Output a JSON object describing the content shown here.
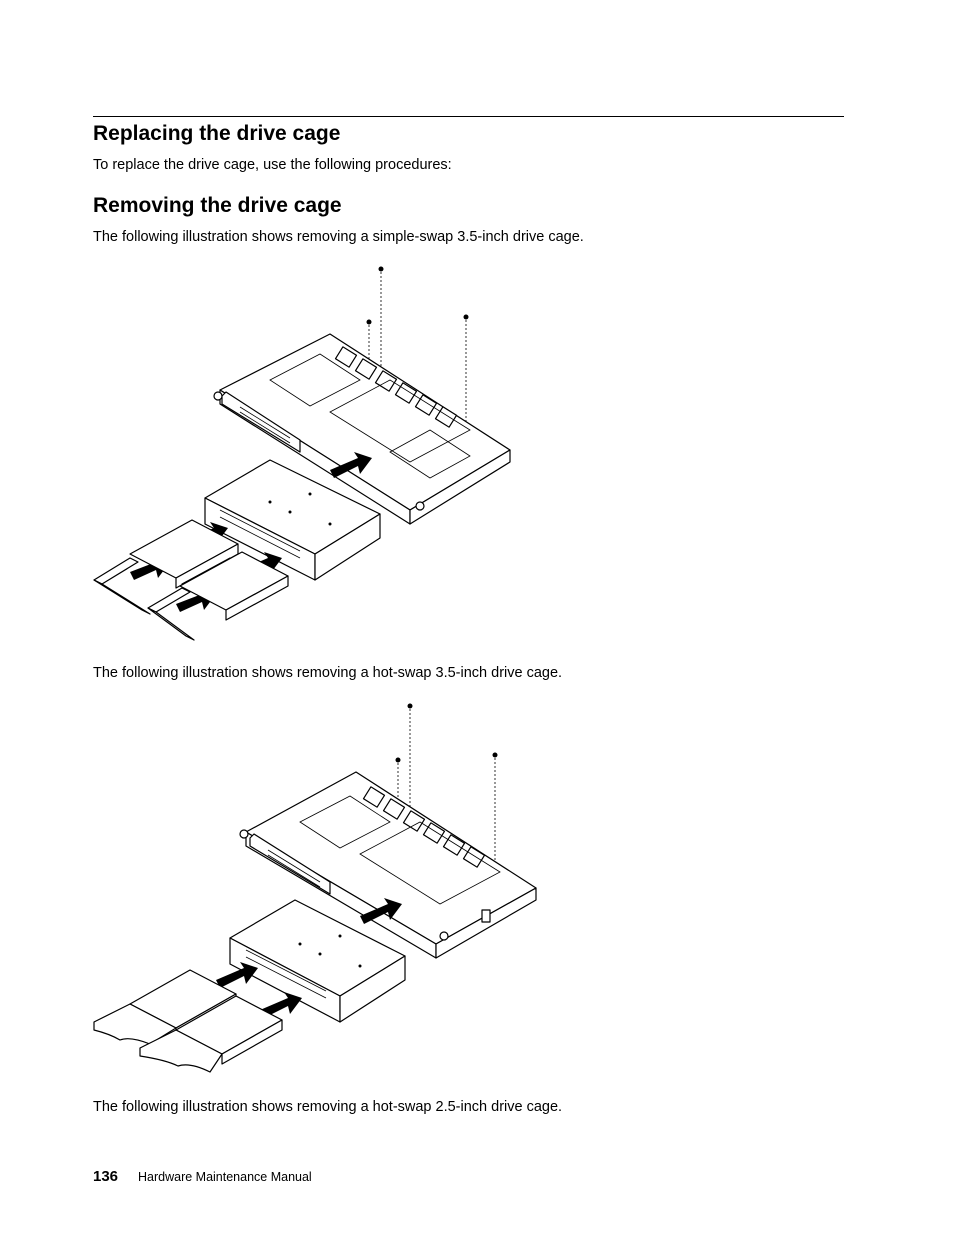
{
  "section": {
    "title": "Replacing the drive cage",
    "intro": "To replace the drive cage, use the following procedures:"
  },
  "subsection": {
    "title": "Removing the drive cage",
    "captions": [
      "The following illustration shows removing a simple-swap 3.5-inch drive cage.",
      "The following illustration shows removing a hot-swap 3.5-inch drive cage.",
      "The following illustration shows removing a hot-swap 2.5-inch drive cage."
    ]
  },
  "figures": [
    {
      "name": "simple-swap-3.5-drive-cage-removal"
    },
    {
      "name": "hot-swap-3.5-drive-cage-removal"
    }
  ],
  "footer": {
    "page_number": "136",
    "manual_title": "Hardware Maintenance Manual"
  }
}
